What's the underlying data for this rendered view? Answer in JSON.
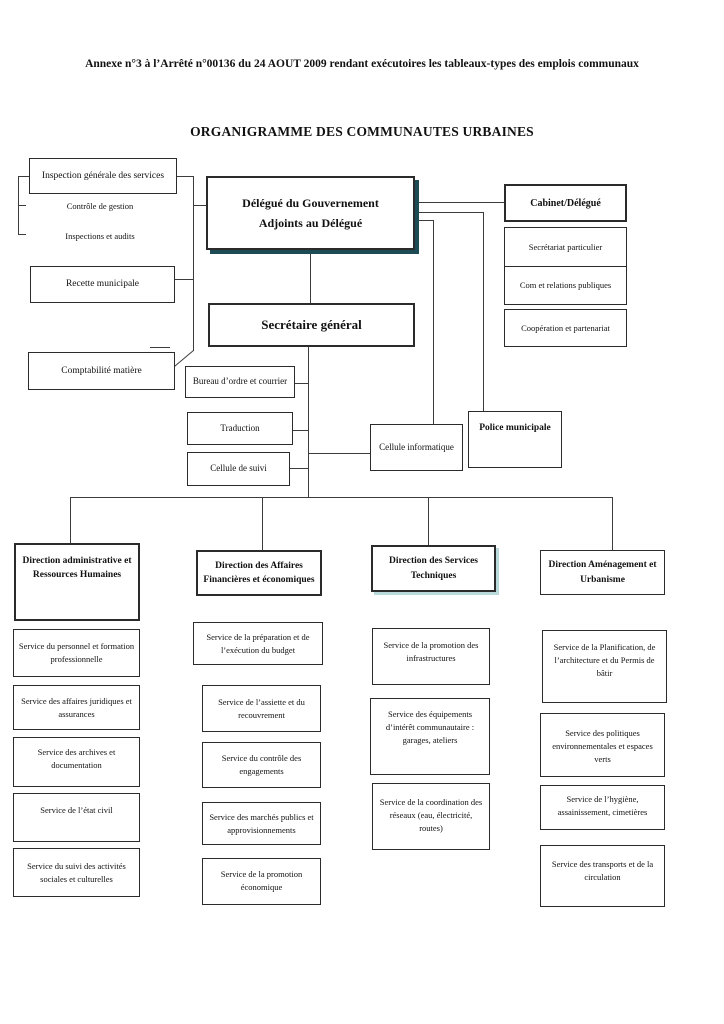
{
  "page": {
    "header": "Annexe n°3 à l’Arrêté n°00136 du 24 AOUT 2009 rendant exécutoires les tableaux-types des emplois communaux",
    "title": "ORGANIGRAMME DES COMMUNAUTES URBAINES"
  },
  "colors": {
    "shadow_dark": "#1d4b55",
    "shadow_light": "#b9d9da",
    "line": "#3c3c3c"
  },
  "nodes": {
    "inspection_generale": "Inspection générale des services",
    "controle_gestion": "Contrôle de gestion",
    "inspections_audits": "Inspections et audits",
    "recette_municipale": "Recette municipale",
    "comptabilite_matiere": "Comptabilité matière",
    "delegue": "Délégué du Gouvernement\nAdjoints au Délégué",
    "cabinet": "Cabinet/Délégué",
    "secretariat_particulier": "Secrétariat particulier",
    "com_relations_publiques": "Com et relations publiques",
    "cooperation_partenariat": "Coopération et partenariat",
    "secretaire_general": "Secrétaire général",
    "bureau_ordre_courrier": "Bureau d’ordre et courrier",
    "traduction": "Traduction",
    "cellule_suivi": "Cellule de suivi",
    "cellule_informatique": "Cellule informatique",
    "police_municipale": "Police municipale"
  },
  "directions": [
    {
      "title": "Direction administrative et Ressources Humaines",
      "services": [
        "Service du personnel et formation professionnelle",
        "Service des affaires juridiques et assurances",
        "Service des archives et documentation",
        "Service de l’état civil",
        "Service du suivi des activités sociales et culturelles"
      ]
    },
    {
      "title": "Direction des Affaires Financières et économiques",
      "services": [
        "Service de la préparation et de l’exécution du budget",
        "Service de l’assiette et du recouvrement",
        "Service du contrôle des engagements",
        "Service des marchés publics et approvisionnements",
        "Service de la promotion économique"
      ]
    },
    {
      "title": "Direction des Services Techniques",
      "services": [
        "Service de la promotion des infrastructures",
        "Service des équipements d’intérêt communautaire : garages, ateliers",
        "Service de la coordination des réseaux (eau, électricité, routes)"
      ]
    },
    {
      "title": "Direction Aménagement et Urbanisme",
      "services": [
        "Service de la Planification, de l’architecture et du Permis de bâtir",
        "Service des politiques environnementales et espaces verts",
        "Service de l’hygiène, assainissement, cimetières",
        "Service des transports et de la circulation"
      ]
    }
  ]
}
